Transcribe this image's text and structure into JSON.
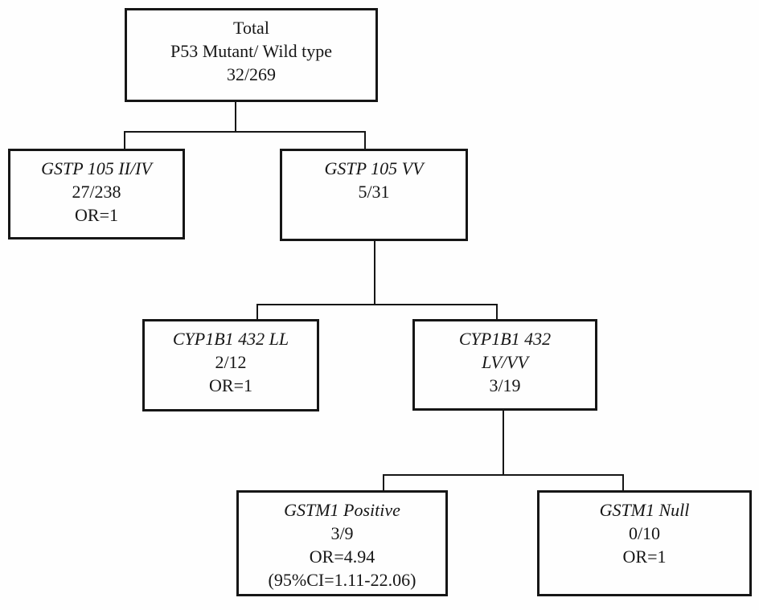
{
  "diagram": {
    "title": "P53 mutation stratification flowchart",
    "colors": {
      "background": "#fefefe",
      "line": "#161616",
      "text": "#161616"
    },
    "nodes": {
      "total": {
        "title": "Total",
        "subtitle": "P53 Mutant/ Wild type",
        "ratio": "32/269"
      },
      "gstp_ii_iv": {
        "genotype": "GSTP 105 II/IV",
        "ratio": "27/238",
        "odds_ratio": "OR=1"
      },
      "gstp_vv": {
        "genotype": "GSTP 105 VV",
        "ratio": "5/31"
      },
      "cyp1b1_ll": {
        "genotype": "CYP1B1 432 LL",
        "ratio": "2/12",
        "odds_ratio": "OR=1"
      },
      "cyp1b1_lv_vv": {
        "genotype_line1": "CYP1B1 432",
        "genotype_line2": "LV/VV",
        "ratio": "3/19"
      },
      "gstm1_positive": {
        "genotype": "GSTM1 Positive",
        "ratio": "3/9",
        "odds_ratio": "OR=4.94",
        "confidence_interval": "(95%CI=1.11-22.06)"
      },
      "gstm1_null": {
        "genotype": "GSTM1 Null",
        "ratio": "0/10",
        "odds_ratio": "OR=1"
      }
    }
  }
}
